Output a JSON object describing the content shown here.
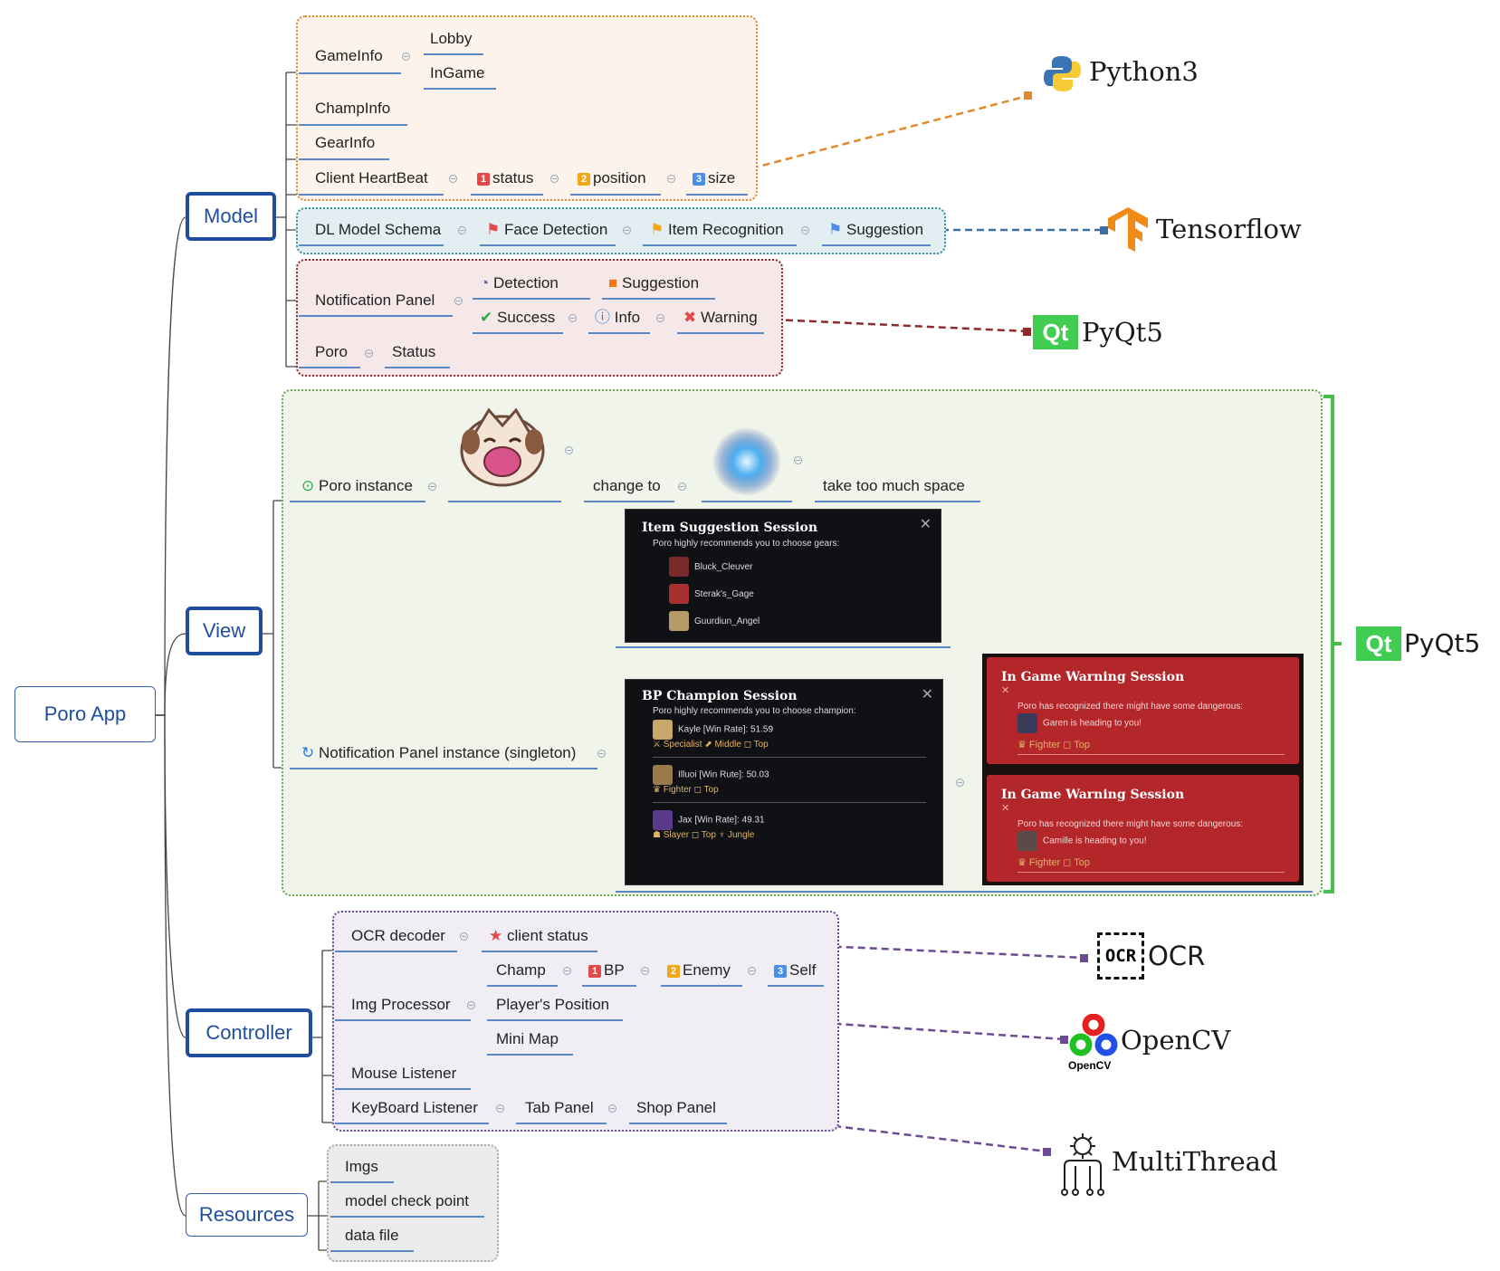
{
  "root": {
    "label": "Poro App"
  },
  "model": {
    "label": "Model",
    "gameinfo": {
      "label": "GameInfo",
      "children": [
        "Lobby",
        "InGame"
      ]
    },
    "champinfo": "ChampInfo",
    "gearinfo": "GearInfo",
    "heartbeat": {
      "label": "Client HeartBeat",
      "status": "status",
      "position": "position",
      "size": "size"
    },
    "dl": {
      "label": "DL Model Schema",
      "face": "Face Detection",
      "item": "Item Recognition",
      "suggestion": "Suggestion"
    },
    "notif": {
      "label": "Notification Panel",
      "detection": "Detection",
      "suggestion": "Suggestion",
      "success": "Success",
      "info": "Info",
      "warning": "Warning"
    },
    "poro": {
      "label": "Poro",
      "status": "Status"
    }
  },
  "view": {
    "label": "View",
    "poro_instance": "Poro instance",
    "change_to": "change to",
    "too_much": "take too much space",
    "notif_instance": "Notification Panel instance (singleton)",
    "item_session": {
      "title": "Item Suggestion Session",
      "subtitle": "Poro highly recommends you to choose gears:",
      "items": [
        "Bluck_Cleuver",
        "Sterak's_Gage",
        "Guurdiun_Angel"
      ]
    },
    "bp_session": {
      "title": "BP Champion Session",
      "subtitle": "Poro highly recommends you to choose champion:",
      "rows": [
        {
          "name": "Kayle [Win Rate]: 51.59",
          "tags": "⚔ Specialist   ⬈ Middle  ◻ Top"
        },
        {
          "name": "Illuoi [Win Rute]: 50.03",
          "tags": "♛ Fighter   ◻ Top"
        },
        {
          "name": "Jax [Win Rate]: 49.31",
          "tags": "☗ Slayer   ◻ Top  ♆ Jungle"
        }
      ]
    },
    "warnings": [
      {
        "title": "In Game Warning Session",
        "line1": "Poro has recognized there might have some dangerous:",
        "line2": "Garen is heading to you!",
        "tags": "♛ Fighter     ◻ Top"
      },
      {
        "title": "In Game Warning Session",
        "line1": "Poro has recognized there might have some dangerous:",
        "line2": "Camille is heading to you!",
        "tags": "♛ Fighter     ◻ Top"
      }
    ]
  },
  "controller": {
    "label": "Controller",
    "ocr": {
      "label": "OCR decoder",
      "client_status": "client status"
    },
    "img": {
      "label": "Img Processor",
      "champ": "Champ",
      "bp": "BP",
      "enemy": "Enemy",
      "self": "Self",
      "players_position": "Player's Position",
      "mini_map": "Mini Map"
    },
    "mouse": "Mouse Listener",
    "keyboard": {
      "label": "KeyBoard Listener",
      "tab": "Tab Panel",
      "shop": "Shop Panel"
    }
  },
  "resources": {
    "label": "Resources",
    "items": [
      "Imgs",
      "model check point",
      "data file"
    ]
  },
  "tech": {
    "python": "Python3",
    "tensorflow": "Tensorflow",
    "pyqt_model": "PyQt5",
    "pyqt_view": "PyQt5",
    "ocr": "OCR",
    "ocr_logo": "OCR",
    "opencv": "OpenCV",
    "opencv_logo": "OpenCV",
    "multithread": "MultiThread",
    "qt_logo": "Qt"
  },
  "markers": {
    "one": "1",
    "two": "2",
    "three": "3"
  },
  "colors": {
    "topic_border": "#1f4e9e",
    "underline": "#5b87c5",
    "python_box": "#e08a2b",
    "tensorflow_box": "#3b8ea0",
    "pyqt_box": "#8e2a2a",
    "view_box": "#6aa84f",
    "controller_box": "#6a4c93",
    "resources_box": "#aaaaaa",
    "qt_green": "#41cd52"
  }
}
